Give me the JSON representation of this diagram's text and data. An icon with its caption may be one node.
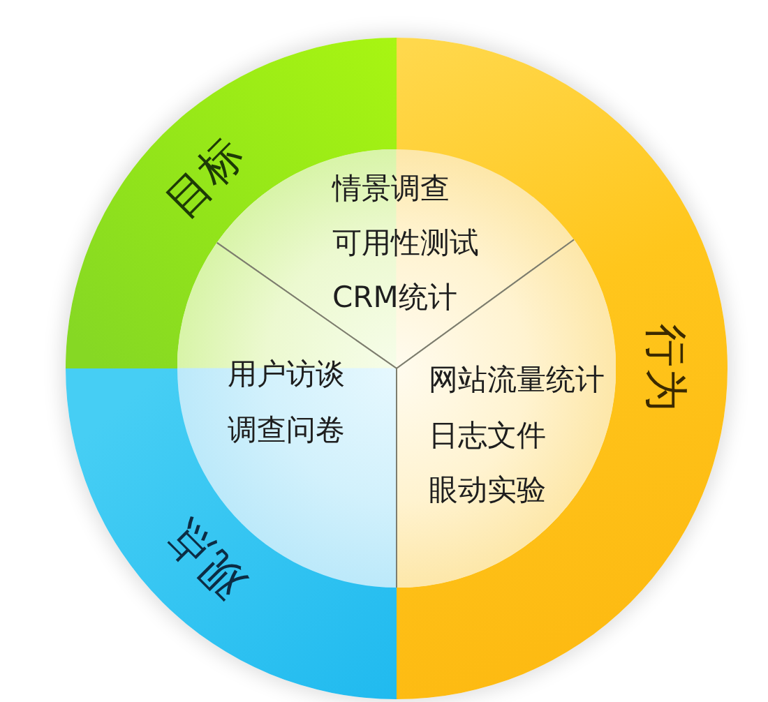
{
  "diagram": {
    "nodes": [
      {
        "text": [
          "目标"
        ]
      },
      {
        "text": [
          "情景调查",
          "可用性测试",
          "CRM统计"
        ]
      },
      {
        "text": [
          "行为"
        ]
      },
      {
        "text": [
          "用户访谈",
          "调查问卷"
        ]
      },
      {
        "text": [
          "网站流量统计",
          "日志文件",
          "眼动实验"
        ]
      },
      {
        "text": [
          "观点"
        ]
      }
    ]
  }
}
